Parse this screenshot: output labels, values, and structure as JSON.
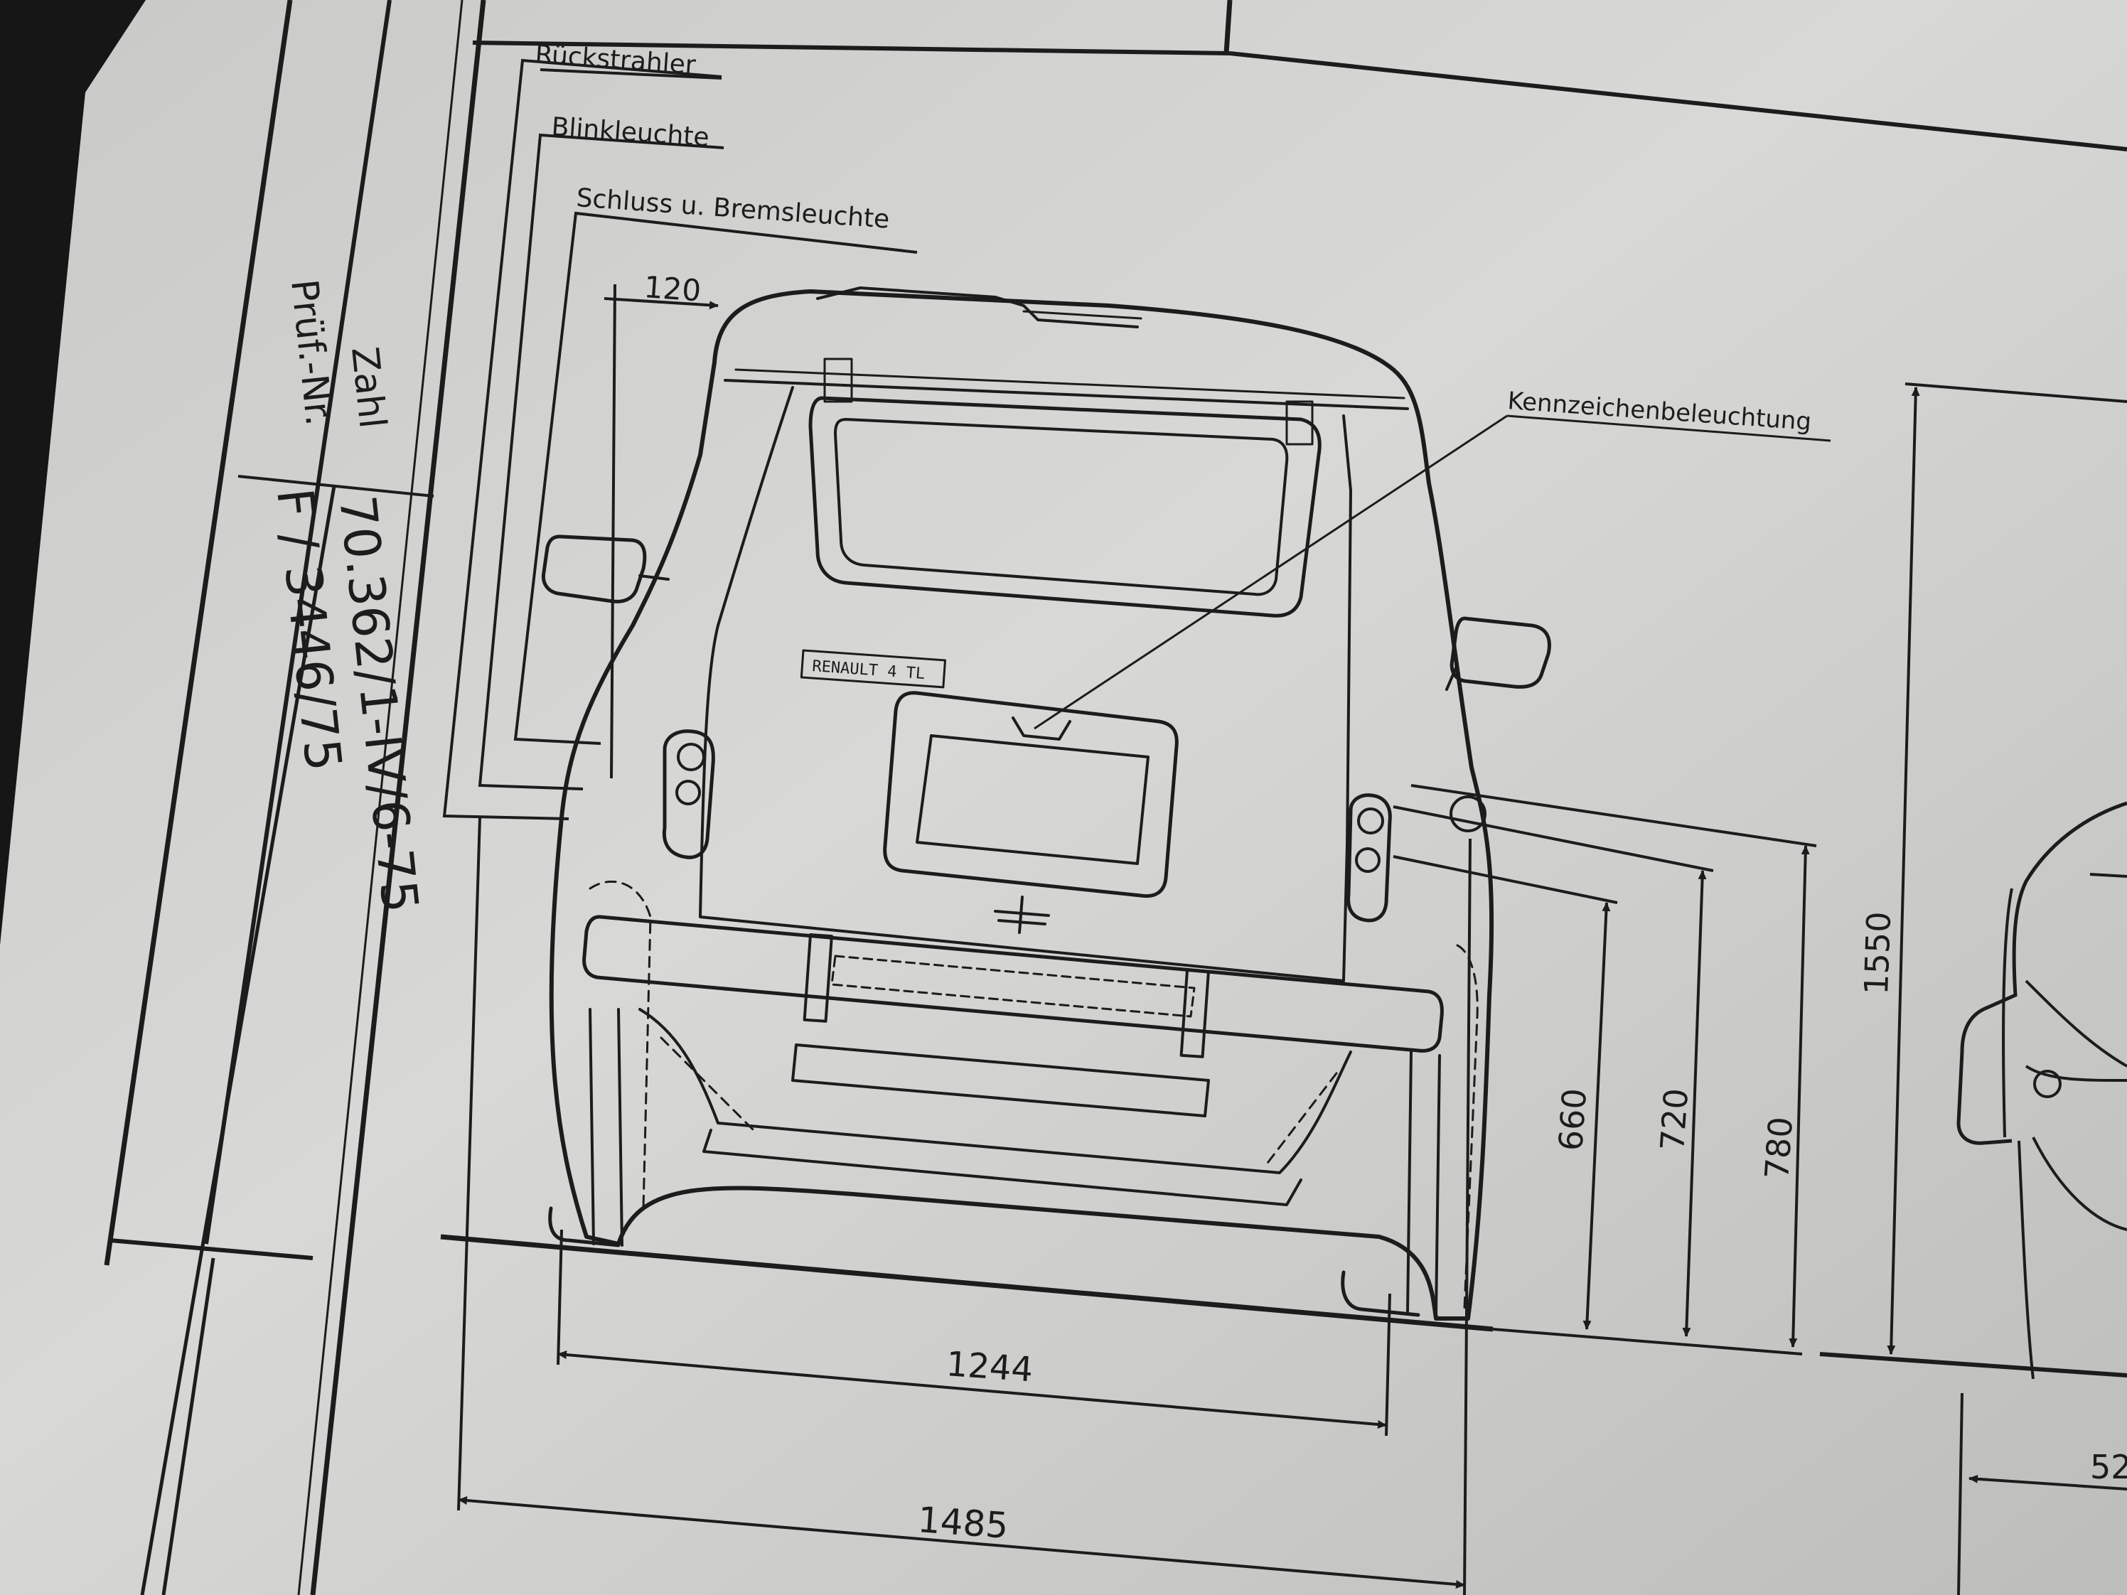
{
  "title_block": {
    "zahl_label": "Zahl",
    "zahl_value": "70.362/1-IV/6-75",
    "pruef_label": "Prüf.-Nr.",
    "pruef_value": "F / 3446/75"
  },
  "callouts": {
    "rueckstrahler": "Rückstrahler",
    "blinkleuchte": "Blinkleuchte",
    "schluss": "Schluss u. Bremsleuchte",
    "kennzeichen": "Kennzeichenbeleuchtung"
  },
  "badge": "RENAULT 4 TL",
  "dimensions": {
    "lamp_offset": "120",
    "height_660": "660",
    "height_720": "720",
    "height_780": "780",
    "track_width": "1244",
    "overall_width": "1485",
    "overall_height": "1550",
    "side_partial": "52"
  }
}
